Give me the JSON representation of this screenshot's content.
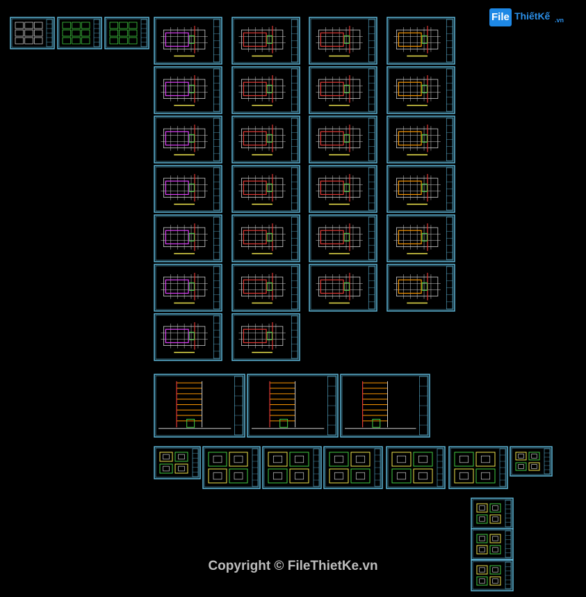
{
  "watermark": {
    "file": "File",
    "rest": "ThiếtKế",
    "suffix": ".vn"
  },
  "copyright": "Copyright © FileThietKe.vn",
  "colors": {
    "background": "#000000",
    "frame": "#5fb7d9",
    "plan": "#cfcfcf",
    "accent_red": "#e53935",
    "accent_magenta": "#e040fb",
    "accent_green": "#43d143",
    "accent_yellow": "#f2e94e",
    "accent_orange": "#ff9800"
  },
  "sheet_sets": {
    "cover_sheets": 3,
    "plan_grid_rows": 7,
    "plan_grid_columns": 4,
    "plan_sheets": 26,
    "section_sheets": 3,
    "detail_sheets": 7,
    "detail_stack_sheets": 3
  }
}
